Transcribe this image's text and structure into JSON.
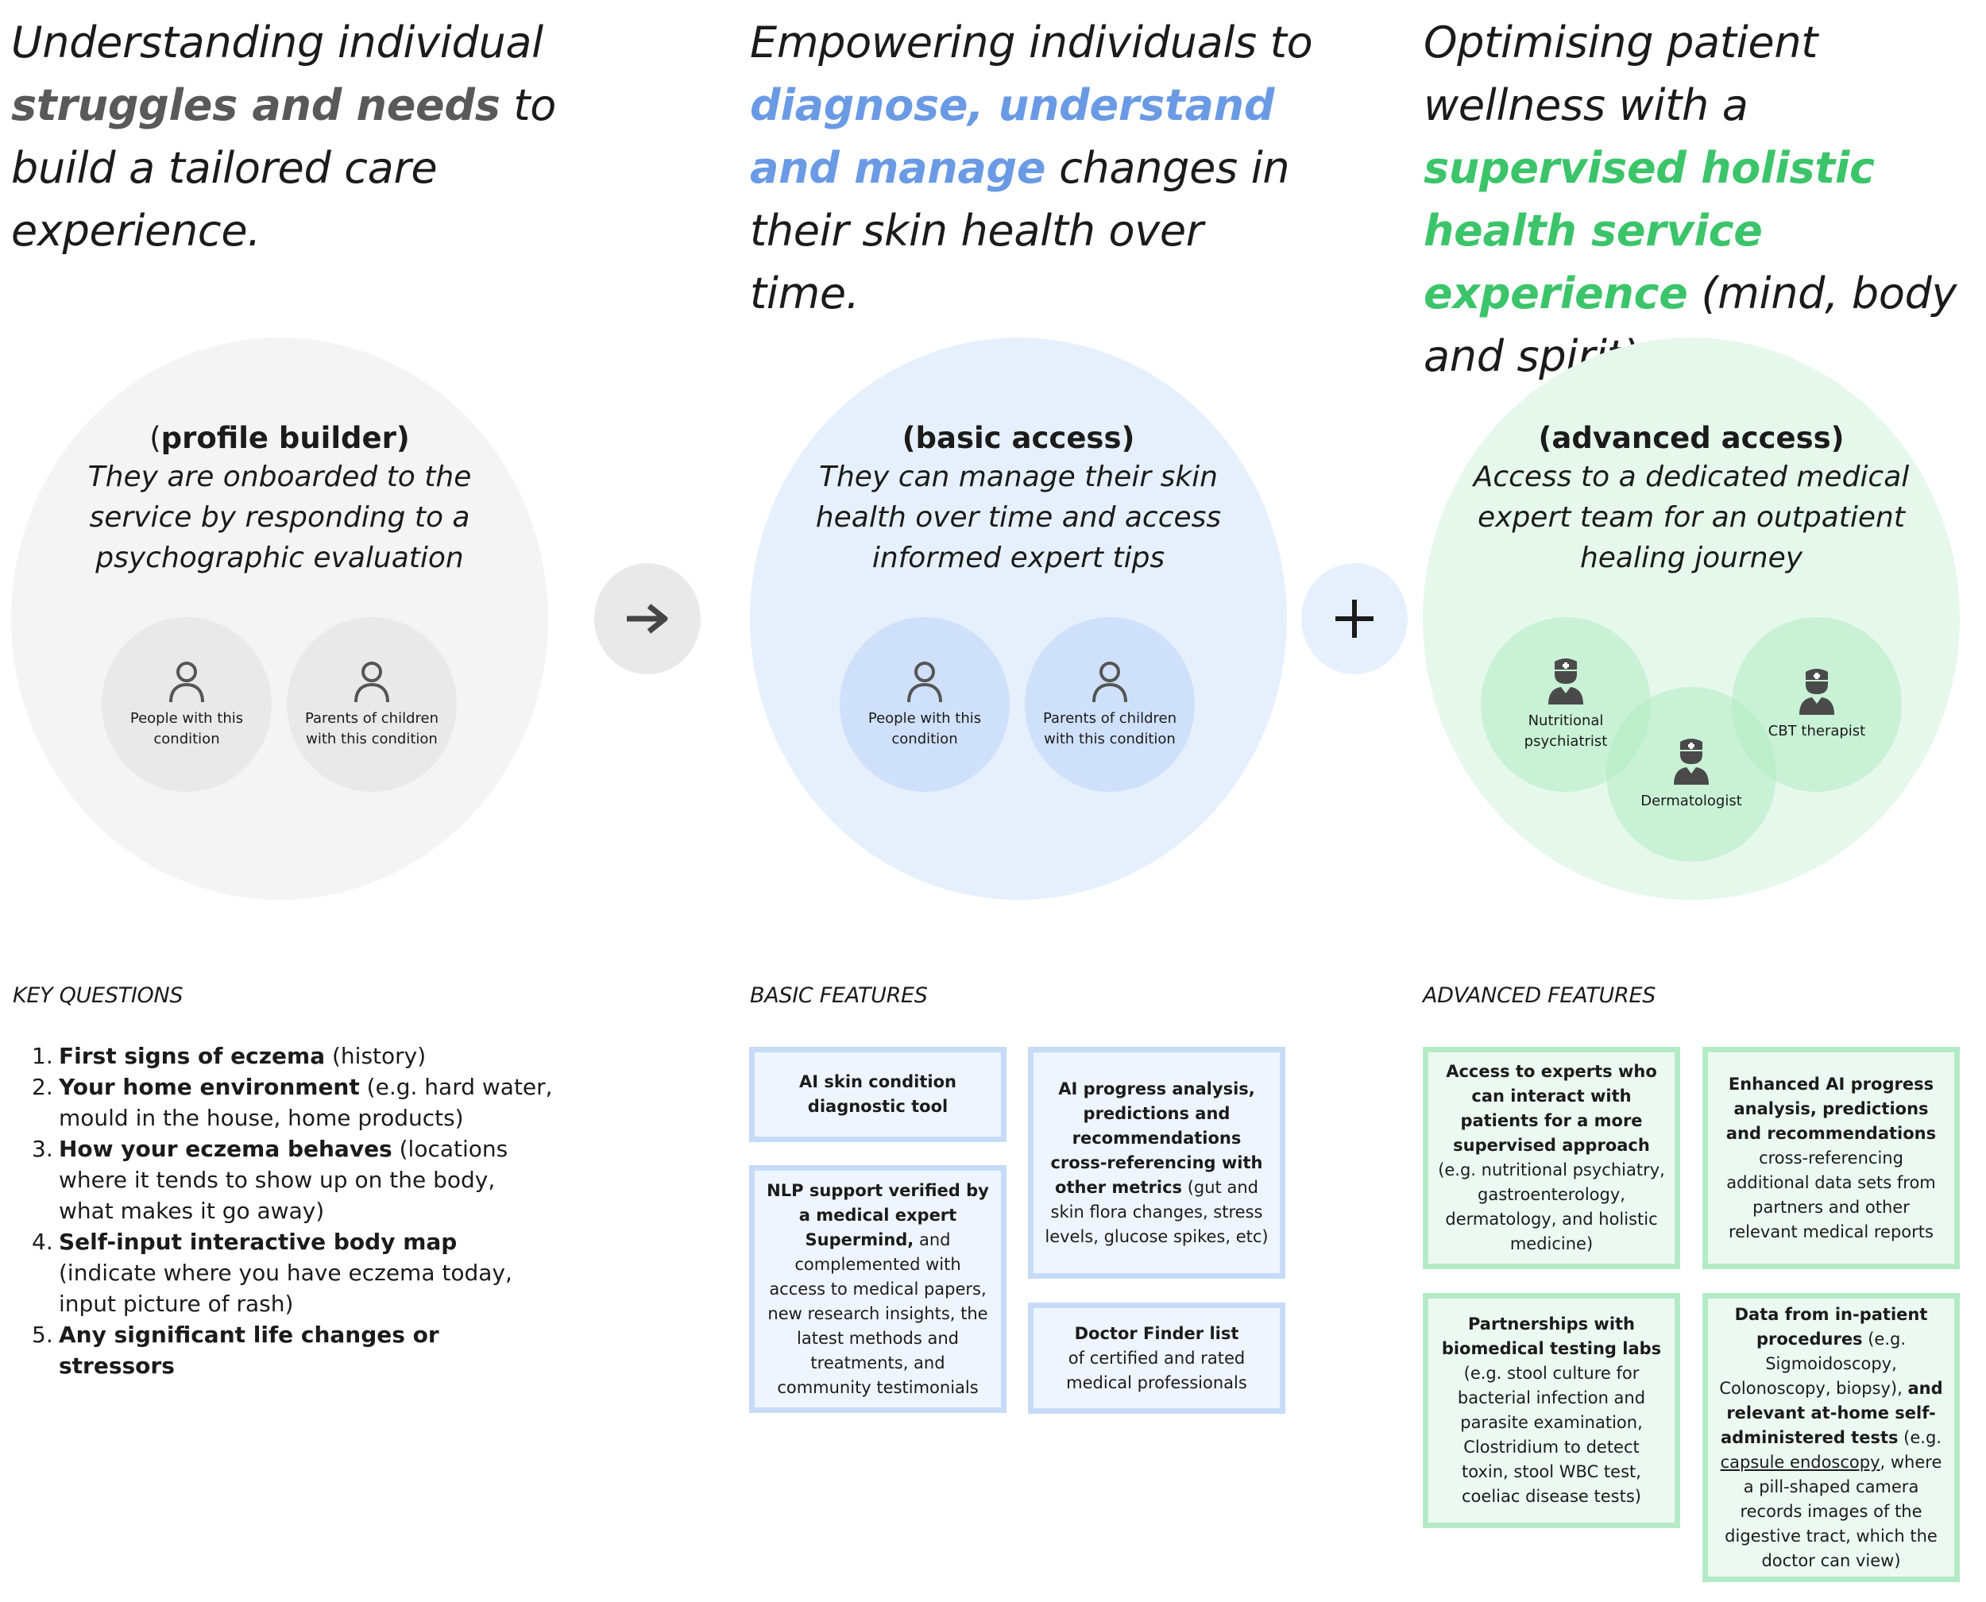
{
  "headlines": {
    "left": {
      "part1": "Understanding individual ",
      "strong": "struggles and needs",
      "part2": " to build a tailored care experience."
    },
    "middle": {
      "part1": "Empowering individuals to ",
      "strong": "diagnose, understand and manage",
      "part2": " changes in their skin health over time."
    },
    "right": {
      "part1": "Optimising patient wellness with a ",
      "strong": "supervised holistic health service experience",
      "part2": " (mind, body and spirit)."
    }
  },
  "circles": {
    "profile": {
      "title_paren_open": "(",
      "title": "profile builder)",
      "description": "They are onboarded to the service by responding to a psychographic evaluation",
      "groups": [
        "People with this condition",
        "Parents of children with this condition"
      ]
    },
    "basic": {
      "title": "(basic access)",
      "description": "They can manage their skin health over time and access informed expert tips",
      "groups": [
        "People with this condition",
        "Parents of children with this condition"
      ]
    },
    "advanced": {
      "title": "(advanced access)",
      "description": "Access to a dedicated medical expert team for an outpatient healing journey",
      "experts": {
        "nutritional": "Nutritional psychiatrist",
        "cbt": "CBT therapist",
        "derm": "Dermatologist"
      }
    }
  },
  "connectors": {
    "arrow_icon": "arrow-right-icon",
    "plus_icon": "plus-icon"
  },
  "sections": {
    "key_questions": "KEY QUESTIONS",
    "basic_features": "BASIC FEATURES",
    "advanced_features": "ADVANCED FEATURES"
  },
  "questions": [
    {
      "num": "1.",
      "bold": "First signs of eczema",
      "rest": " (history)"
    },
    {
      "num": "2.",
      "bold": "Your home environment",
      "rest": " (e.g. hard water, mould in the house, home products)"
    },
    {
      "num": "3.",
      "bold": "How your eczema behaves",
      "rest": " (locations where it tends to show up on the body, what makes it go away)"
    },
    {
      "num": "4.",
      "bold": "Self-input interactive body map",
      "rest": " (indicate where you have eczema today, input picture of rash)"
    },
    {
      "num": "5.",
      "bold": "Any significant life changes or stressors",
      "rest": ""
    }
  ],
  "basic_features": {
    "ai_diag": {
      "bold": "AI skin condition diagnostic tool",
      "rest": ""
    },
    "ai_progress": {
      "bold": "AI progress analysis, predictions and recommendations cross-referencing with other metrics",
      "rest": " (gut and skin flora changes, stress levels, glucose spikes, etc)"
    },
    "nlp": {
      "bold": "NLP support verified by a medical expert Supermind,",
      "rest": " and complemented with access to medical papers, new research insights, the latest methods and treatments, and community testimonials"
    },
    "doctor": {
      "bold": "Doctor Finder list",
      "rest": " of certified and rated medical professionals"
    }
  },
  "advanced_features": {
    "experts": {
      "bold": "Access to experts who can interact with patients for a more supervised approach",
      "rest": " (e.g. nutritional psychiatry, gastroenterology, dermatology, and holistic medicine)"
    },
    "enhanced": {
      "bold": "Enhanced AI progress analysis, predictions and recommendations",
      "rest": " cross-referencing additional data sets from partners and other relevant medical reports"
    },
    "partnerships": {
      "bold": "Partnerships with biomedical testing labs",
      "rest": " (e.g. stool culture for bacterial infection and parasite examination, Clostridium to detect toxin, stool WBC test, coeliac disease tests)"
    },
    "inpatient": {
      "bold1": "Data from in-patient procedures",
      "text1": " (e.g. Sigmoidoscopy, Colonoscopy, biopsy), ",
      "bold2": "and relevant at-home self-administered tests",
      "text2": " (e.g. ",
      "link": "capsule endoscopy",
      "text3": ", where a pill-shaped camera records images of the digestive tract, which the doctor can view)"
    }
  },
  "colors": {
    "gray_circle": "#f4f4f4",
    "blue_circle": "#e6f0fd",
    "green_circle": "#e6f8ec",
    "blue_accent": "#6a9ae4",
    "green_accent": "#3cc46a"
  }
}
